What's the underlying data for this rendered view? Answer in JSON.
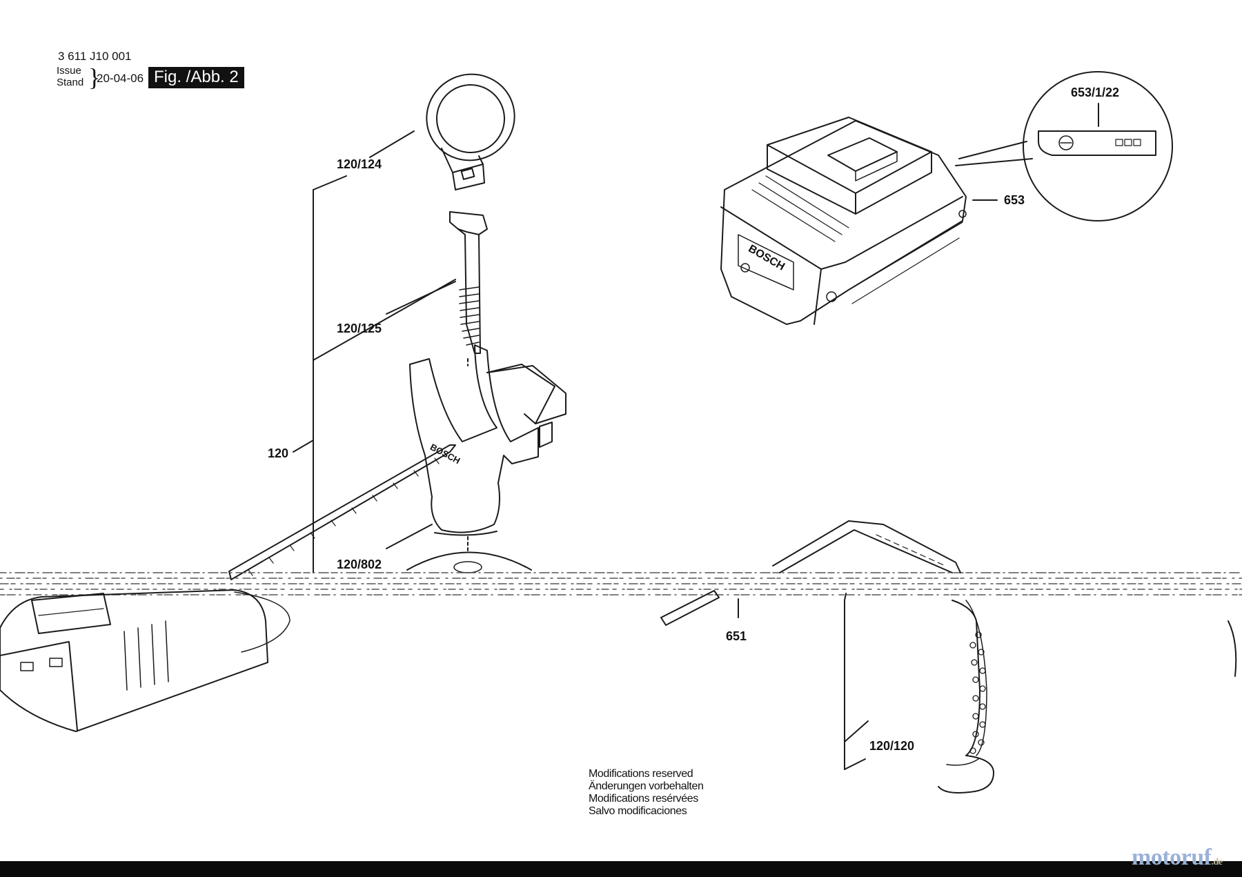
{
  "header": {
    "doc_number": "3 611 J10 001",
    "issue_label": "Issue",
    "stand_label": "Stand",
    "issue_date": "20-04-06",
    "figure_label": "Fig. /Abb. 2"
  },
  "callouts": {
    "c120_124": "120/124",
    "c120_125": "120/125",
    "c120": "120",
    "c120_802": "120/802",
    "c653_1_22": "653/1/22",
    "c653": "653",
    "c651": "651",
    "c120_120": "120/120"
  },
  "notices": {
    "line1": "Modifications reserved",
    "line2": "Änderungen vorbehalten",
    "line3": "Modifications resérvées",
    "line4": "Salvo modificaciones"
  },
  "watermark": {
    "main": "motoruf",
    "tld": ".de"
  },
  "brand_text": "BOSCH",
  "colors": {
    "line": "#1a1a1a",
    "ink": "#111111",
    "watermark": "#9ab1d6"
  }
}
